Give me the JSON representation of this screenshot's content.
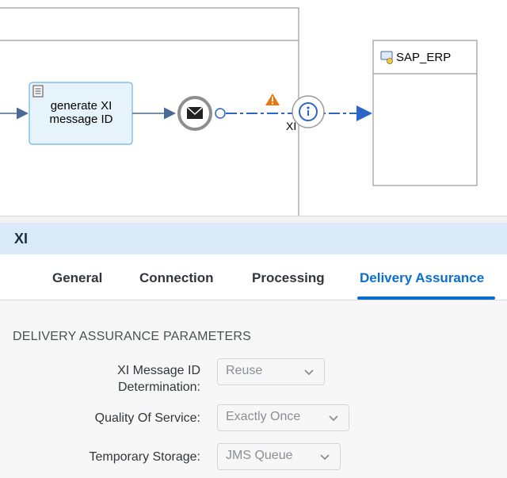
{
  "diagram": {
    "task_label": "generate XI\nmessage ID",
    "connection_label": "XI",
    "receiver_label": "SAP_ERP"
  },
  "panel": {
    "title": "XI"
  },
  "tabs": [
    {
      "label": "General"
    },
    {
      "label": "Connection"
    },
    {
      "label": "Processing"
    },
    {
      "label": "Delivery Assurance",
      "selected": true
    }
  ],
  "section": {
    "title": "DELIVERY ASSURANCE PARAMETERS"
  },
  "fields": {
    "xi_message_id": {
      "label": "XI Message ID\nDetermination:",
      "value": "Reuse"
    },
    "quality_of_service": {
      "label": "Quality Of Service:",
      "value": "Exactly Once"
    },
    "temporary_storage": {
      "label": "Temporary Storage:",
      "value": "JMS Queue"
    }
  },
  "colors": {
    "accent": "#0a6ed1",
    "warning": "#e9730c",
    "header_bg": "#dbeaf8",
    "task_fill": "#e6f3fb",
    "task_border": "#6cb3e0"
  }
}
